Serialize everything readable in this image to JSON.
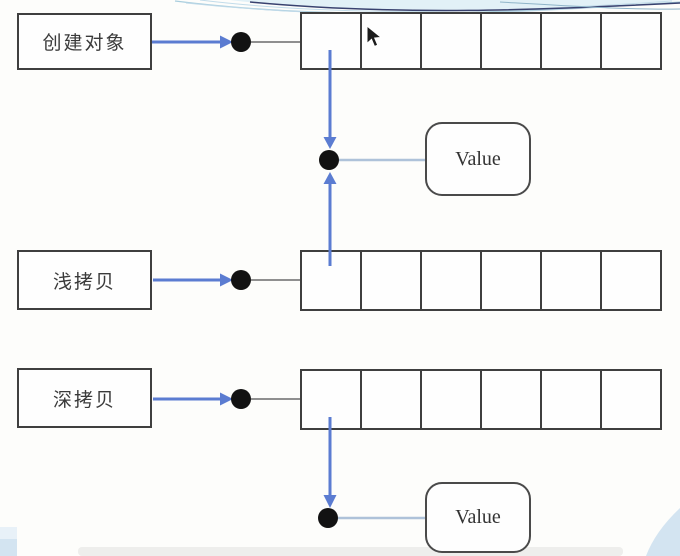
{
  "diagram": {
    "title_hint": "object copy diagram",
    "rows": [
      {
        "label": "创建对象",
        "cells": 6
      },
      {
        "label": "浅拷贝",
        "cells": 6
      },
      {
        "label": "深拷贝",
        "cells": 6
      }
    ],
    "value_nodes": [
      {
        "label": "Value"
      },
      {
        "label": "Value"
      }
    ],
    "icons": {
      "cursor": "mouse-pointer-icon",
      "pointer_dot": "pointer-dot-icon"
    },
    "colors": {
      "arrow_blue": "#5b7cd1",
      "connector_gray": "#8f8f8f",
      "connector_light": "#aec2d9",
      "border_dark": "#3f3f3f",
      "dot_black": "#121212",
      "decor_light_blue": "#d3e4f1",
      "swirl_navy": "#39426f"
    }
  }
}
